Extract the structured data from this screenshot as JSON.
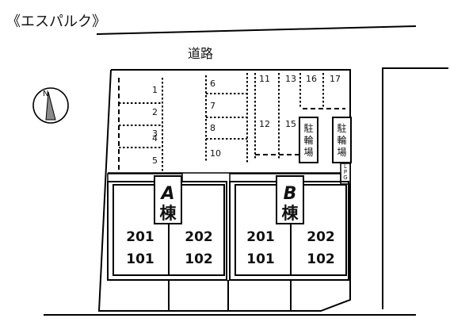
{
  "title": "《エスパルク》",
  "road_label": "道路",
  "north_label": "N",
  "parking_left": [
    "1",
    "2",
    "3",
    "4",
    "5"
  ],
  "parking_mid": [
    "6",
    "7",
    "8",
    "10"
  ],
  "parking_right_top": [
    "11",
    "13",
    "16",
    "17"
  ],
  "parking_right_mid": [
    "12",
    "15"
  ],
  "bicycle_parking": [
    "駐輪場",
    "駐輪場"
  ],
  "lpg_label": "LPG",
  "buildings": [
    {
      "letter": "A",
      "kanji": "棟",
      "units": [
        {
          "upper": "201",
          "lower": "101"
        },
        {
          "upper": "202",
          "lower": "102"
        }
      ]
    },
    {
      "letter": "B",
      "kanji": "棟",
      "units": [
        {
          "upper": "201",
          "lower": "101"
        },
        {
          "upper": "202",
          "lower": "102"
        }
      ]
    }
  ]
}
